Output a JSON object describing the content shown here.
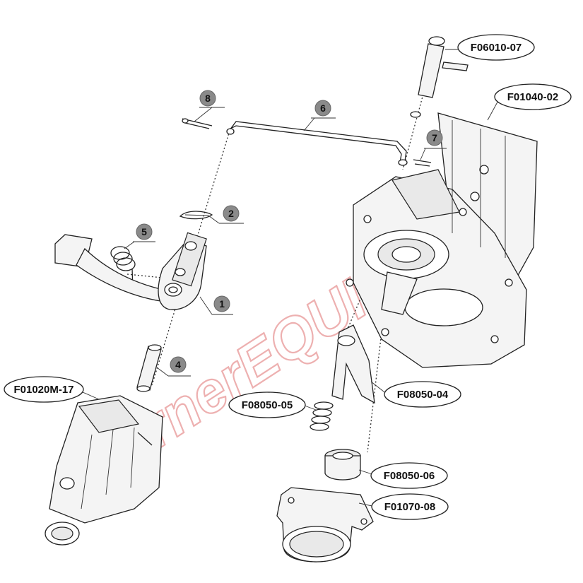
{
  "watermark": "TurnerEQUIPMENT",
  "part_labels": [
    {
      "id": "f06010",
      "text": "F06010-07"
    },
    {
      "id": "f01040",
      "text": "F01040-02"
    },
    {
      "id": "f01020",
      "text": "F01020M-17"
    },
    {
      "id": "f08050_05",
      "text": "F08050-05"
    },
    {
      "id": "f08050_04",
      "text": "F08050-04"
    },
    {
      "id": "f08050_06",
      "text": "F08050-06"
    },
    {
      "id": "f01070",
      "text": "F01070-08"
    }
  ],
  "callouts": [
    "8",
    "6",
    "7",
    "2",
    "5",
    "1",
    "4"
  ]
}
